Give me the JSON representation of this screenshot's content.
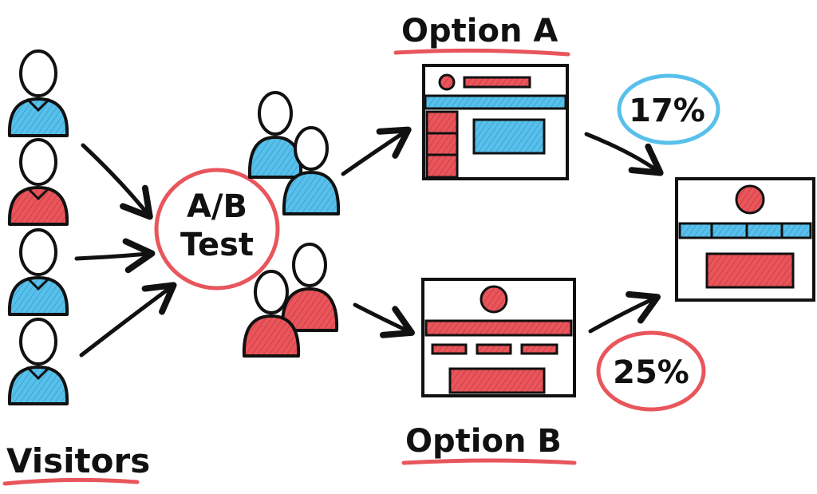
{
  "labels": {
    "option_a": "Option A",
    "option_b": "Option B",
    "test_line1": "A/B",
    "test_line2": "Test",
    "rate_a": "17%",
    "rate_b": "25%",
    "visitors": "Visitors"
  },
  "colors": {
    "ink": "#111111",
    "blue": "#58c0ea",
    "red": "#e8565c",
    "paper": "#ffffff"
  },
  "visitor_shirts": [
    "blue",
    "red",
    "blue",
    "blue"
  ],
  "group_a_shirts": [
    "blue",
    "blue"
  ],
  "group_b_shirts": [
    "red",
    "red"
  ],
  "icons": [
    "person-icon",
    "arrow-icon",
    "webpage-mockup-icon",
    "circle-highlight"
  ]
}
